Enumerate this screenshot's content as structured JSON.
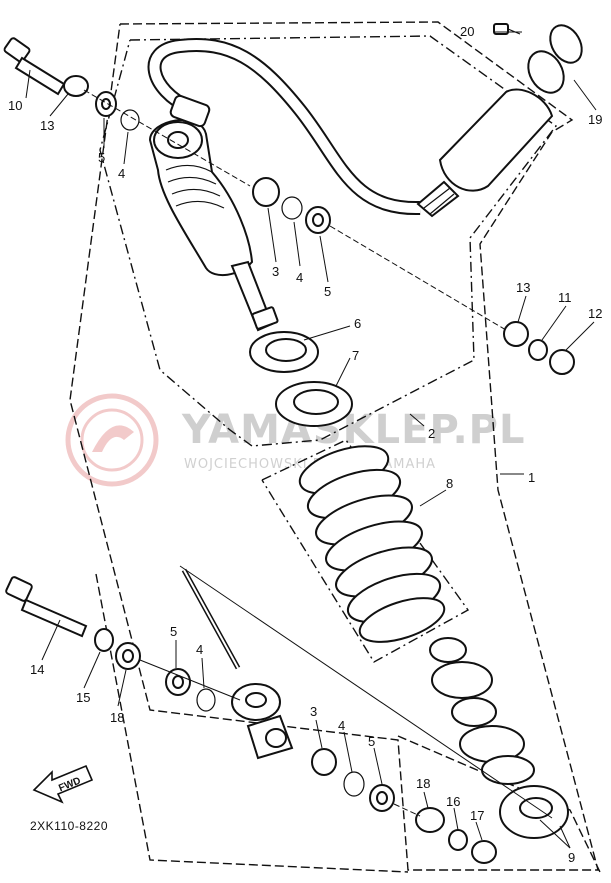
{
  "diagram": {
    "callouts": [
      {
        "id": "c20",
        "text": "20"
      },
      {
        "id": "c19",
        "text": "19"
      },
      {
        "id": "c10",
        "text": "10"
      },
      {
        "id": "c13a",
        "text": "13"
      },
      {
        "id": "c5a",
        "text": "5"
      },
      {
        "id": "c4a",
        "text": "4"
      },
      {
        "id": "c3a",
        "text": "3"
      },
      {
        "id": "c4b",
        "text": "4"
      },
      {
        "id": "c5b",
        "text": "5"
      },
      {
        "id": "c13b",
        "text": "13"
      },
      {
        "id": "c11",
        "text": "11"
      },
      {
        "id": "c12",
        "text": "12"
      },
      {
        "id": "c6",
        "text": "6"
      },
      {
        "id": "c7",
        "text": "7"
      },
      {
        "id": "c2",
        "text": "2"
      },
      {
        "id": "c1",
        "text": "1"
      },
      {
        "id": "c8",
        "text": "8"
      },
      {
        "id": "c14",
        "text": "14"
      },
      {
        "id": "c15",
        "text": "15"
      },
      {
        "id": "c18a",
        "text": "18"
      },
      {
        "id": "c5c",
        "text": "5"
      },
      {
        "id": "c4c",
        "text": "4"
      },
      {
        "id": "c3b",
        "text": "3"
      },
      {
        "id": "c4d",
        "text": "4"
      },
      {
        "id": "c5d",
        "text": "5"
      },
      {
        "id": "c18b",
        "text": "18"
      },
      {
        "id": "c16",
        "text": "16"
      },
      {
        "id": "c17",
        "text": "17"
      },
      {
        "id": "c9",
        "text": "9"
      }
    ],
    "fwd_label": "FWD",
    "part_code": "2XK110-8220"
  },
  "watermark": {
    "brand": "YAMASKLEP.PL",
    "tagline": "WOJCIECHOWSKI DEALER YAMAHA"
  },
  "colors": {
    "ink": "#111111",
    "watermark_red": "#e8a0a0",
    "watermark_gray": "#cfcfcf"
  }
}
